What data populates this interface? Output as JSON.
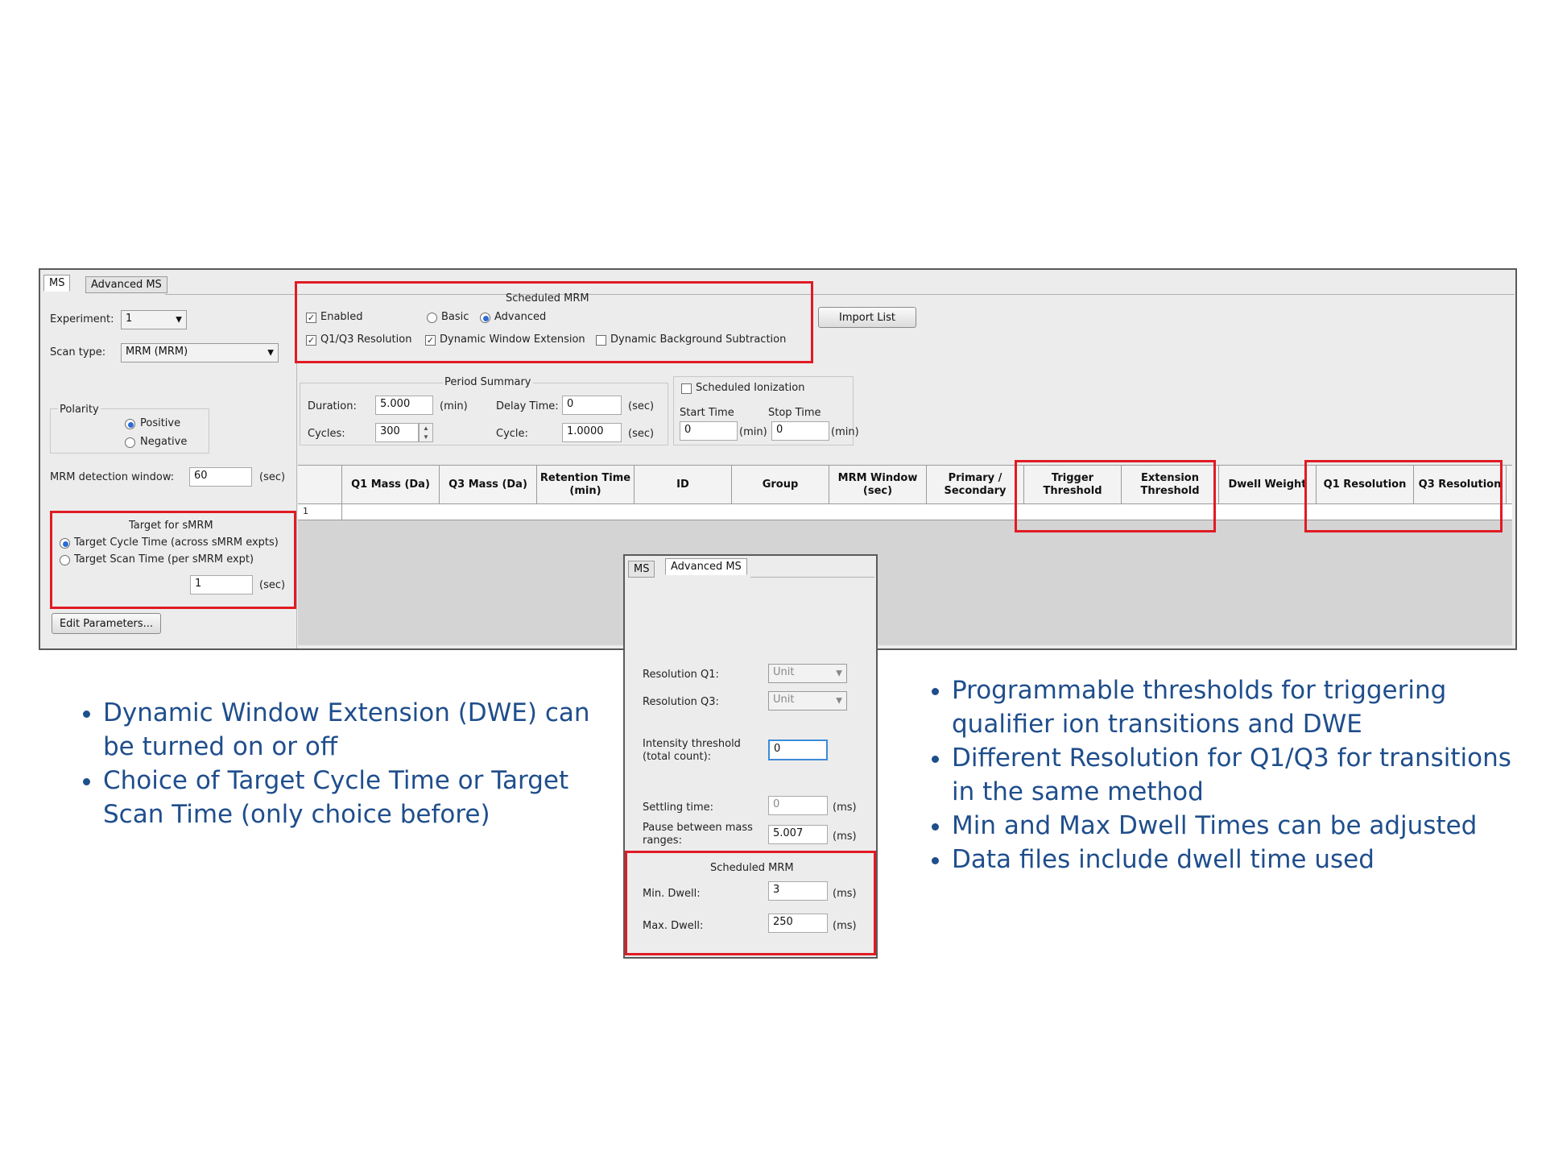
{
  "main": {
    "tabs": [
      "MS",
      "Advanced MS"
    ],
    "experiment_label": "Experiment:",
    "experiment_value": "1",
    "scan_type_label": "Scan type:",
    "scan_type_value": "MRM (MRM)",
    "polarity_label": "Polarity",
    "polarity_positive": "Positive",
    "polarity_negative": "Negative",
    "mrm_window_label": "MRM detection window:",
    "mrm_window_value": "60",
    "mrm_window_unit": "(sec)",
    "target_group_title": "Target for sMRM",
    "target_cycle_label": "Target Cycle Time (across sMRM expts)",
    "target_scan_label": "Target Scan Time (per sMRM expt)",
    "target_value": "1",
    "target_unit": "(sec)",
    "edit_parameters": "Edit Parameters...",
    "scheduled_title": "Scheduled MRM",
    "enabled_label": "Enabled",
    "basic_label": "Basic",
    "advanced_label": "Advanced",
    "q1q3_label": "Q1/Q3 Resolution",
    "dwe_label": "Dynamic Window Extension",
    "dbs_label": "Dynamic Background Subtraction",
    "import_list": "Import List",
    "period_title": "Period Summary",
    "duration_label": "Duration:",
    "duration_value": "5.000",
    "duration_unit": "(min)",
    "delay_label": "Delay Time:",
    "delay_value": "0",
    "delay_unit": "(sec)",
    "cycles_label": "Cycles:",
    "cycles_value": "300",
    "cycle_label": "Cycle:",
    "cycle_value": "1.0000",
    "cycle_unit": "(sec)",
    "sched_ion_label": "Scheduled Ionization",
    "start_time_label": "Start Time",
    "start_time_value": "0",
    "start_unit": "(min)",
    "stop_time_label": "Stop Time",
    "stop_time_value": "0",
    "stop_unit": "(min)",
    "table_headers": [
      "Q1 Mass (Da)",
      "Q3 Mass (Da)",
      "Retention Time (min)",
      "ID",
      "Group",
      "MRM Window (sec)",
      "Primary / Secondary",
      "Trigger Threshold",
      "Extension Threshold",
      "Dwell Weight",
      "Q1 Resolution",
      "Q3 Resolution"
    ],
    "row_number": "1"
  },
  "inset": {
    "tabs": [
      "MS",
      "Advanced MS"
    ],
    "res_q1_label": "Resolution Q1:",
    "res_q1_value": "Unit",
    "res_q3_label": "Resolution Q3:",
    "res_q3_value": "Unit",
    "intensity_label": "Intensity threshold (total count):",
    "intensity_value": "0",
    "settling_label": "Settling time:",
    "settling_value": "0",
    "settling_unit": "(ms)",
    "pause_label": "Pause between mass ranges:",
    "pause_value": "5.007",
    "pause_unit": "(ms)",
    "sched_title": "Scheduled MRM",
    "min_dwell_label": "Min. Dwell:",
    "min_dwell_value": "3",
    "min_dwell_unit": "(ms)",
    "max_dwell_label": "Max. Dwell:",
    "max_dwell_value": "250",
    "max_dwell_unit": "(ms)"
  },
  "notes": {
    "left": [
      "Dynamic Window Extension (DWE) can be turned on or off",
      "Choice of Target Cycle Time or Target Scan Time (only choice before)"
    ],
    "right": [
      "Programmable thresholds for triggering qualifier ion transitions and DWE",
      "Different Resolution for Q1/Q3 for transitions in the same method",
      "Min and Max Dwell Times can be adjusted",
      "Data files include dwell time used"
    ]
  },
  "colors": {
    "highlight": "#e01b24",
    "bullet_text": "#1f4e8c"
  }
}
